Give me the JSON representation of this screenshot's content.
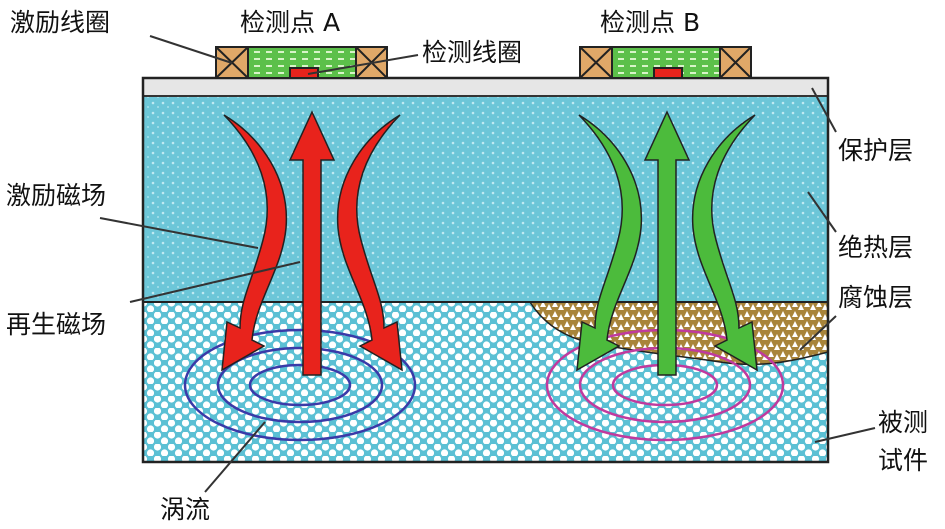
{
  "labels": {
    "excitation_coil": "激励线圈",
    "point_a": "检测点 A",
    "detection_coil": "检测线圈",
    "point_b": "检测点 B",
    "protective_layer": "保护层",
    "excitation_field": "激励磁场",
    "insulation_layer": "绝热层",
    "corrosion_layer": "腐蚀层",
    "regenerated_field": "再生磁场",
    "specimen_line1": "被测",
    "specimen_line2": "试件",
    "eddy_current": "涡流"
  },
  "colors": {
    "insulation": "#6cc6d8",
    "base": "#7fd0de",
    "corrosion": "#b08a3a",
    "arrow_a": "#e8231c",
    "arrow_b": "#4cbb3c",
    "eddy_a": "#3a3aa8",
    "eddy_b": "#c03a9e",
    "coil_winding": "#e0a868",
    "coil_core": "#5cc04a"
  }
}
